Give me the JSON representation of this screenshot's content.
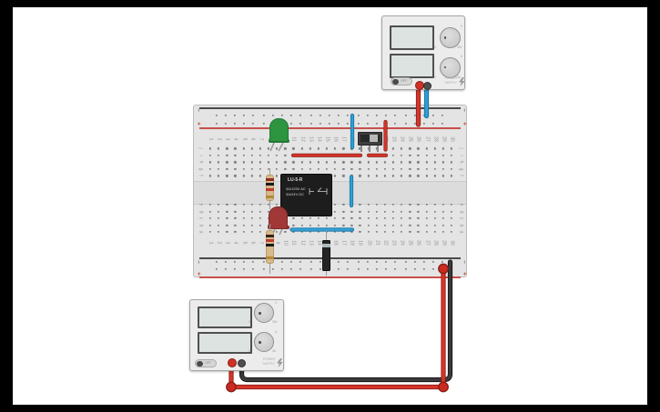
{
  "workspace": {
    "bg": "#000000",
    "canvas_bg": "#ffffff"
  },
  "breadboard": {
    "column_labels": [
      "1",
      "2",
      "3",
      "4",
      "5",
      "6",
      "7",
      "8",
      "9",
      "10",
      "11",
      "12",
      "13",
      "14",
      "15",
      "16",
      "17",
      "18",
      "19",
      "20",
      "21",
      "22",
      "23",
      "24",
      "25",
      "26",
      "27",
      "28",
      "29",
      "30"
    ],
    "row_letters_top": [
      "j",
      "i",
      "h",
      "g",
      "f"
    ],
    "row_letters_bottom": [
      "e",
      "d",
      "c",
      "b",
      "a"
    ],
    "positive_label": "+",
    "negative_label": "–",
    "colors": {
      "hole": "#828282",
      "label": "#8f8f8f",
      "rail_positive_line": "#c8504a",
      "rail_negative_line": "#4a4a4a"
    }
  },
  "components": {
    "relay": {
      "label": "LU-5-R",
      "rating_ac": "3A/125V AC",
      "rating_dc": "3A/24V DC",
      "body_color": "#1d1d1d",
      "text_color": "#d6d6d6"
    },
    "green_led": {
      "color": "#2d9440",
      "flange_color": "#257a36"
    },
    "red_led": {
      "color": "#a23737",
      "flange_color": "#8c2d2d"
    },
    "resistor_top": {
      "body_color": "#d8b98c",
      "bands": [
        "#8a2f1f",
        "#1a1a1a",
        "#c03a2d",
        "#b5893c"
      ]
    },
    "resistor_bottom": {
      "body_color": "#d8b98c",
      "bands": [
        "#3a2417",
        "#c03a2d",
        "#1a1a1a",
        "#b5893c"
      ]
    },
    "slide_switch": {
      "body_color": "#3f3f3f",
      "recess_color": "#282828",
      "knob_color": "#b9b9b9"
    },
    "diode": {
      "body_color": "#242424",
      "stripe_color": "#a9babc"
    }
  },
  "power_supply_top": {
    "toggle_label": "OFF",
    "brand_line1": "POWER",
    "brand_line2": "SUPPLY",
    "voltage_knob": {
      "unit": "V",
      "min": "0",
      "max": "30V"
    },
    "current_knob": {
      "unit": "A",
      "min": "0",
      "max": "3A"
    }
  },
  "power_supply_bottom": {
    "toggle_label": "OFF",
    "brand_line1": "POWER",
    "brand_line2": "SUPPLY",
    "voltage_knob": {
      "unit": "V",
      "min": "0",
      "max": "30V"
    },
    "current_knob": {
      "unit": "A",
      "min": "0",
      "max": "3A"
    }
  },
  "wires": {
    "red": "#d6352b",
    "red_dark": "#8a1f17",
    "blue": "#2f9fd6",
    "blue_dark": "#1a6d96",
    "black": "#3a3a3a",
    "black_dark": "#121212",
    "node_red": "#cc2a20"
  }
}
